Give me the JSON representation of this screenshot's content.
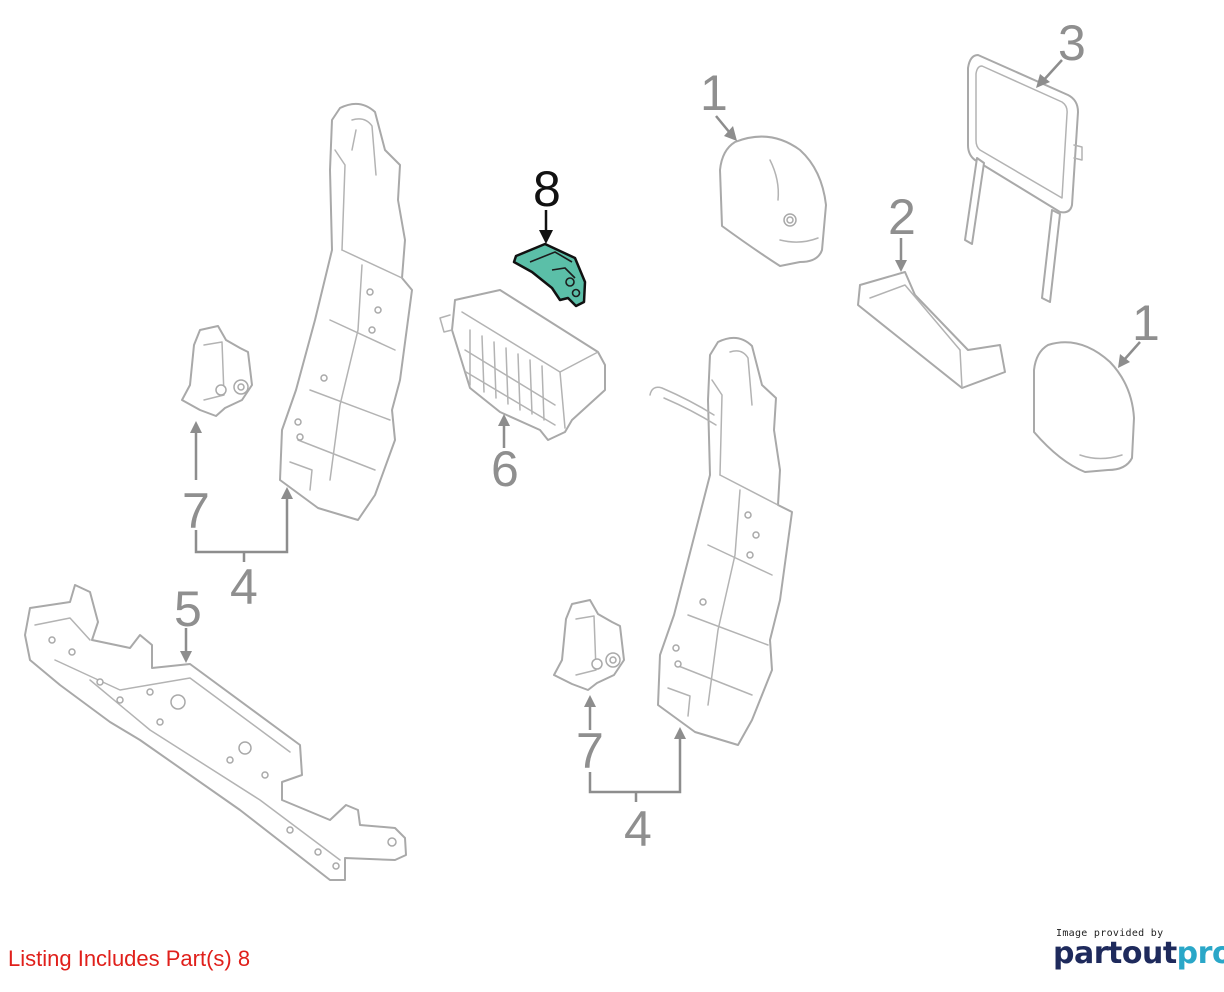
{
  "diagram": {
    "highlight_color": "#5bbfa8",
    "callouts": {
      "c1a": "1",
      "c1b": "1",
      "c2": "2",
      "c3": "3",
      "c4a": "4",
      "c4b": "4",
      "c5": "5",
      "c6": "6",
      "c7a": "7",
      "c7b": "7",
      "c8": "8"
    }
  },
  "footer": {
    "listing_note": "Listing Includes Part(s) 8",
    "listing_note_color": "#e0201b",
    "provider_credit": "Image provided by",
    "brand_part1": "partout",
    "brand_part2": "pro"
  }
}
